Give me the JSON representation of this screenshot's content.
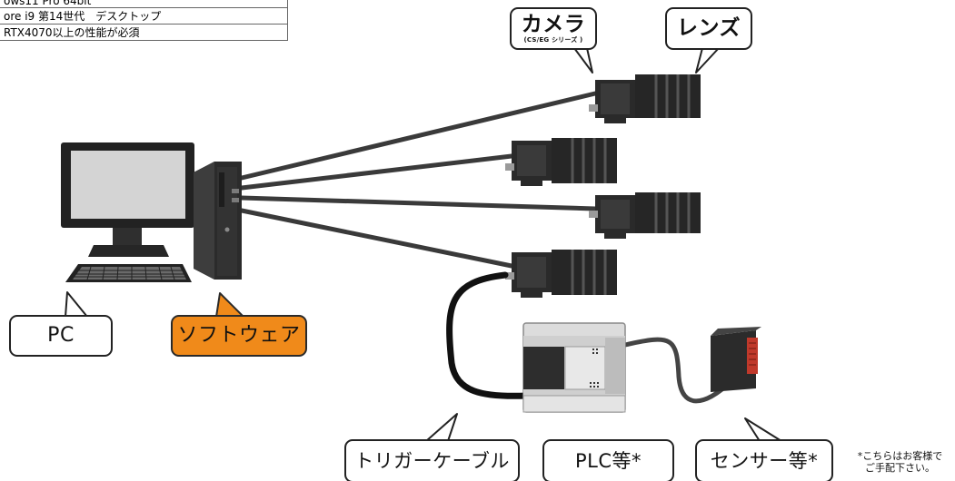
{
  "spec_table": {
    "rows": [
      {
        "value": "ows11 Pro 64bit"
      },
      {
        "value": "ore i9 第14世代　デスクトップ"
      },
      {
        "value": "RTX4070以上の性能が必須"
      }
    ]
  },
  "labels": {
    "camera": "カメラ",
    "camera_sub": "(CS/EG シリーズ )",
    "lens": "レンズ",
    "pc": "PC",
    "software": "ソフトウェア",
    "trigger_cable": "トリガーケーブル",
    "plc": "PLC等*",
    "sensor": "センサー等*"
  },
  "note": {
    "line1": "*こちらはお客様で",
    "line2": "ご手配下さい。"
  },
  "colors": {
    "software_fill": "#f08a1a",
    "device_dark": "#2b2b2b",
    "screen": "#d4d4d4",
    "plc_body": "#dcdcdc",
    "sensor_window": "#c0392b"
  }
}
